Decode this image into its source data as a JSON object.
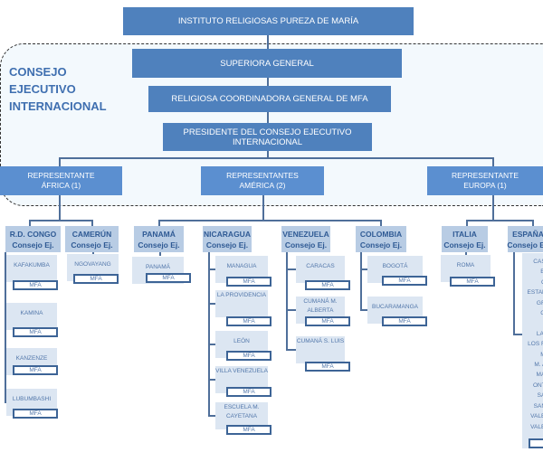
{
  "top": "INSTITUTO RELIGIOSAS PUREZA DE MARÍA",
  "region_title": [
    "CONSEJO",
    "EJECUTIVO",
    "INTERNACIONAL"
  ],
  "superiora": "SUPERIORA GENERAL",
  "coordinadora": "RELIGIOSA COORDINADORA GENERAL DE MFA",
  "presidente": "PRESIDENTE DEL CONSEJO EJECUTIVO INTERNACIONAL",
  "representantes": [
    {
      "line1": "REPRESENTANTE",
      "line2": "ÁFRICA  (1)"
    },
    {
      "line1": "REPRESENTANTES",
      "line2": "AMÉRICA (2)"
    },
    {
      "line1": "REPRESENTANTE",
      "line2": "EUROPA (1)"
    }
  ],
  "mfa_label": "MFA",
  "countries": [
    {
      "name": "R.D. CONGO",
      "sub": "Consejo Ej.",
      "children": [
        "KAFAKUMBA",
        "KAMINA",
        "KANZENZE",
        "LUBUMBASHI"
      ]
    },
    {
      "name": "CAMERÚN",
      "sub": "Consejo Ej.",
      "children": [
        "NGOVAYANG"
      ]
    },
    {
      "name": "PANAMÁ",
      "sub": "Consejo Ej.",
      "children": [
        "PANAMÁ"
      ]
    },
    {
      "name": "NICARAGUA",
      "sub": "Consejo Ej.",
      "children": [
        "MANAGUA",
        "LA PROVIDENCIA",
        "LEÓN",
        "VILLA VENEZUELA",
        "ESCUELA M. CAYETANA"
      ]
    },
    {
      "name": "VENEZUELA",
      "sub": "Consejo Ej.",
      "children": [
        "CARACAS",
        "CUMANÁ M. ALBERTA",
        "CUMANÁ S. LUIS"
      ]
    },
    {
      "name": "COLOMBIA",
      "sub": "Consejo Ej.",
      "children": [
        "BOGOTÁ",
        "BUCARAMANGA"
      ]
    },
    {
      "name": "ITALIA",
      "sub": "Consejo Ej.",
      "children": [
        "ROMA"
      ]
    },
    {
      "name": "ESPAÑA",
      "sub": "Consejo Ej.",
      "children": [
        "CASA",
        "BIL",
        "CE",
        "ESTABL",
        "GRA",
        "GR",
        "IN",
        "LA C",
        "LOS RE",
        "MA",
        "M. AL",
        "MAN",
        "ONTE",
        "SAN",
        "SANT",
        "VALEN",
        "VALEN"
      ]
    }
  ]
}
